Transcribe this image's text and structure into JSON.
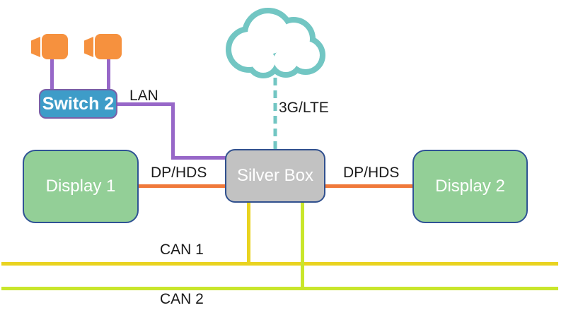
{
  "diagram": {
    "nodes": {
      "switch2": {
        "label": "Switch 2",
        "fill": "#3E9CC8",
        "border": "#7B5EA7"
      },
      "display1": {
        "label": "Display 1",
        "fill": "#93CF97",
        "border": "#2F5394"
      },
      "silver_box": {
        "label": "Silver Box",
        "fill": "#C2C2C2",
        "border": "#30508E"
      },
      "display2": {
        "label": "Display 2",
        "fill": "#93CF97",
        "border": "#2F5394"
      }
    },
    "icons": {
      "camera": {
        "name": "video-camera-icon",
        "color": "#F6913E"
      },
      "cloud": {
        "name": "cloud-icon",
        "color": "#72C6C3"
      }
    },
    "connections": {
      "camera_links": {
        "color": "#9767C8"
      },
      "lan": {
        "label": "LAN",
        "color": "#9767C8"
      },
      "cellular": {
        "label": "3G/LTE",
        "color": "#72C6C3",
        "line_style": "dashed"
      },
      "dp_hds_left": {
        "label": "DP/HDS",
        "color": "#F0793B"
      },
      "dp_hds_right": {
        "label": "DP/HDS",
        "color": "#F0793B"
      },
      "can1": {
        "label": "CAN 1",
        "color": "#E9D320"
      },
      "can2": {
        "label": "CAN 2",
        "color": "#C9E62B"
      }
    }
  }
}
